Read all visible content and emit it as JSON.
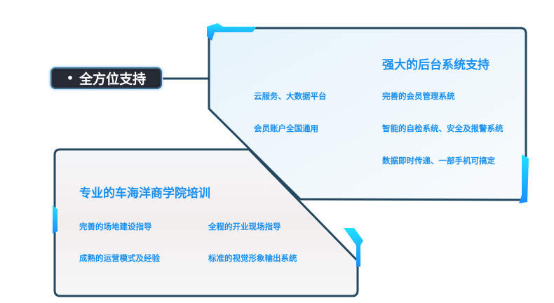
{
  "label": {
    "bullet": "•",
    "text": "全方位支持"
  },
  "top_panel": {
    "title": "强大的后台系统支持",
    "items": [
      "云服务、大数据平台",
      "会员账户全国通用",
      "完善的会员管理系统",
      "智能的自检系统、安全及报警系统",
      "数据即时传递、一部手机可搞定"
    ]
  },
  "bottom_panel": {
    "title": "专业的车海洋商学院培训",
    "items": [
      "完善的场地建设指导",
      "全程的开业现场指导",
      "成熟的运营模式及经验",
      "标准的视觉形象输出系统"
    ]
  },
  "colors": {
    "accent": "#1a90f0",
    "frame": "#24485f",
    "glow": "#1fd0ff",
    "label_bg": "#262a35"
  }
}
